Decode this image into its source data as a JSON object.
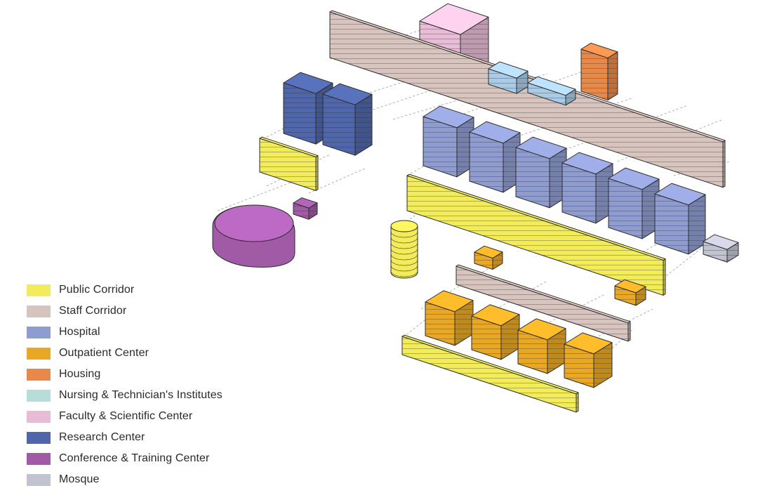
{
  "legend": [
    {
      "label": "Public Corridor",
      "color": "#f2ec5a"
    },
    {
      "label": "Staff Corridor",
      "color": "#d7c4be"
    },
    {
      "label": "Hospital",
      "color": "#8f9cd0"
    },
    {
      "label": "Outpatient Center",
      "color": "#e8a826"
    },
    {
      "label": "Housing",
      "color": "#e8894a"
    },
    {
      "label": "Nursing & Technician's Institutes",
      "color": "#b6ddd9"
    },
    {
      "label": "Faculty & Scientific Center",
      "color": "#e8bcd6"
    },
    {
      "label": "Research Center",
      "color": "#4f66aa"
    },
    {
      "label": "Conference & Training Center",
      "color": "#a05aa6"
    },
    {
      "label": "Mosque",
      "color": "#c1c3d1"
    }
  ],
  "diagram": {
    "colors": {
      "edge": "#2d2d2d",
      "nursing_block": "#a9cbe6"
    }
  }
}
